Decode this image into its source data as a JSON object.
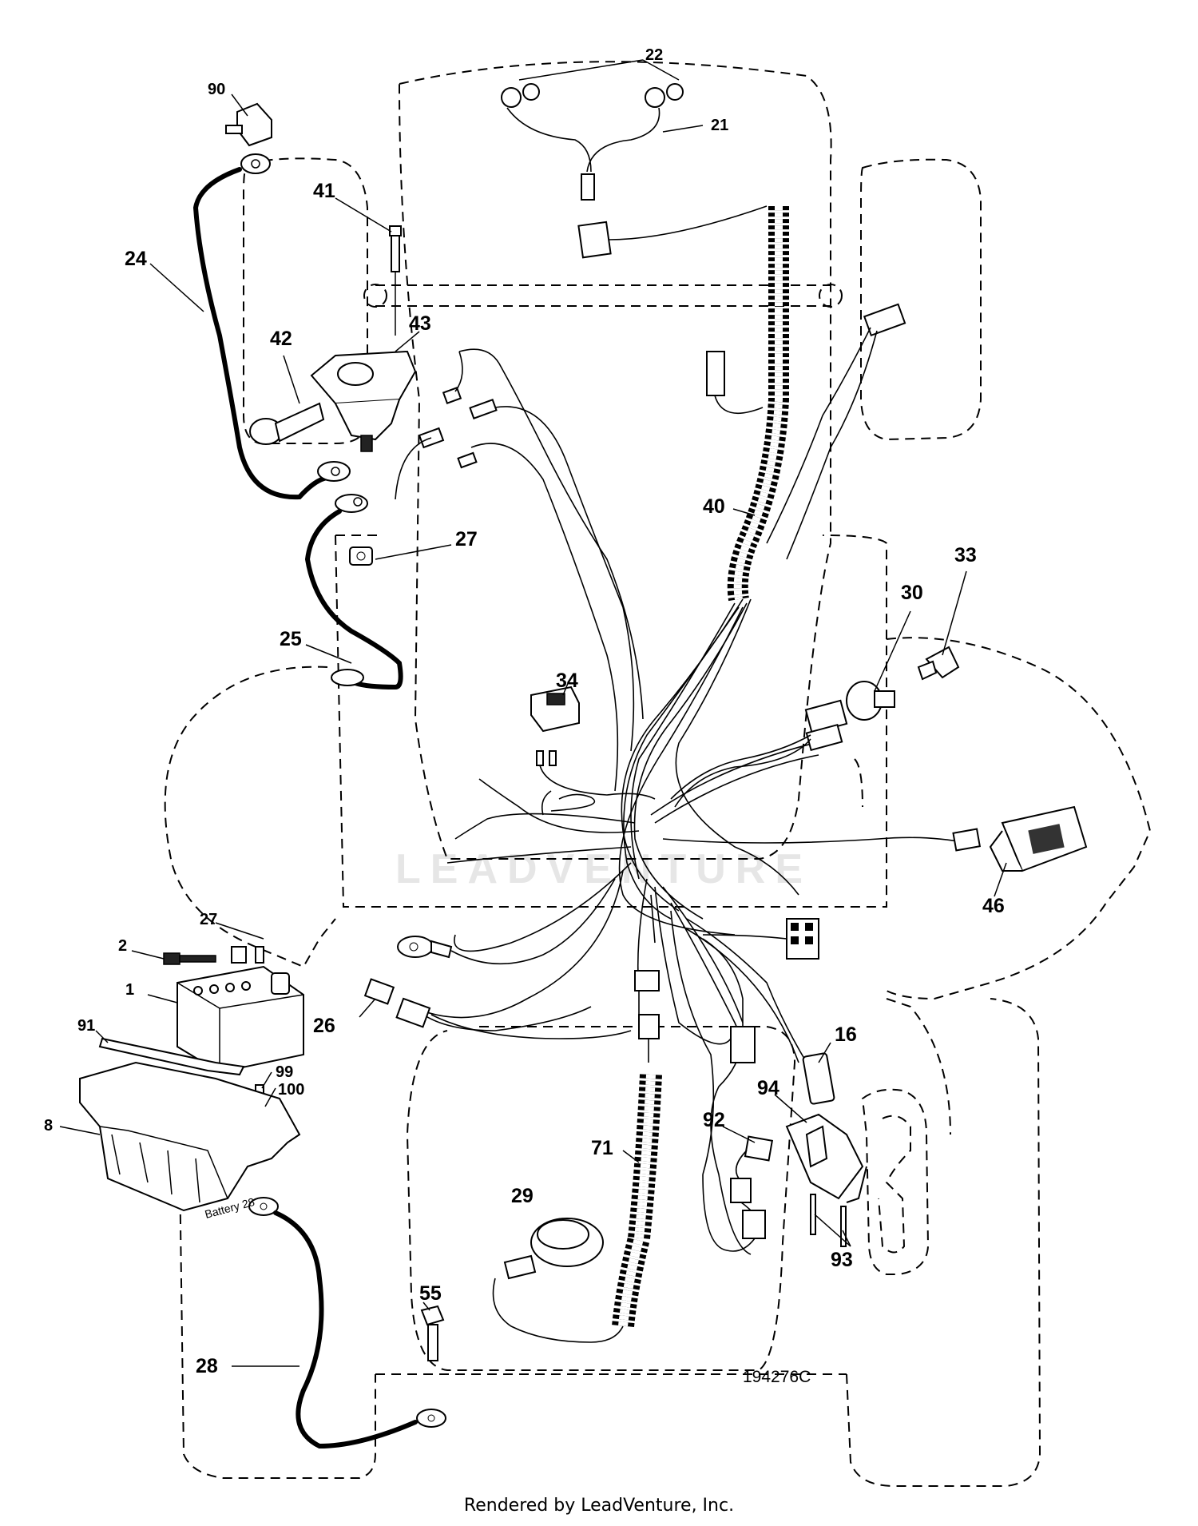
{
  "diagram": {
    "watermark": "LEADVENTURE",
    "drawing_number": "194276C",
    "battery_text": "Battery  28",
    "footer": "Rendered by LeadVenture, Inc.",
    "callouts": {
      "c90": "90",
      "c22": "22",
      "c21": "21",
      "c41": "41",
      "c24": "24",
      "c43": "43",
      "c42": "42",
      "c40": "40",
      "c27a": "27",
      "c33": "33",
      "c30": "30",
      "c25": "25",
      "c34": "34",
      "c46": "46",
      "c27b": "27",
      "c2": "2",
      "c1": "1",
      "c91": "91",
      "c26": "26",
      "c16": "16",
      "c99": "99",
      "c100": "100",
      "c94": "94",
      "c92": "92",
      "c8": "8",
      "c71": "71",
      "c29": "29",
      "c93": "93",
      "c55": "55",
      "c28": "28"
    }
  }
}
